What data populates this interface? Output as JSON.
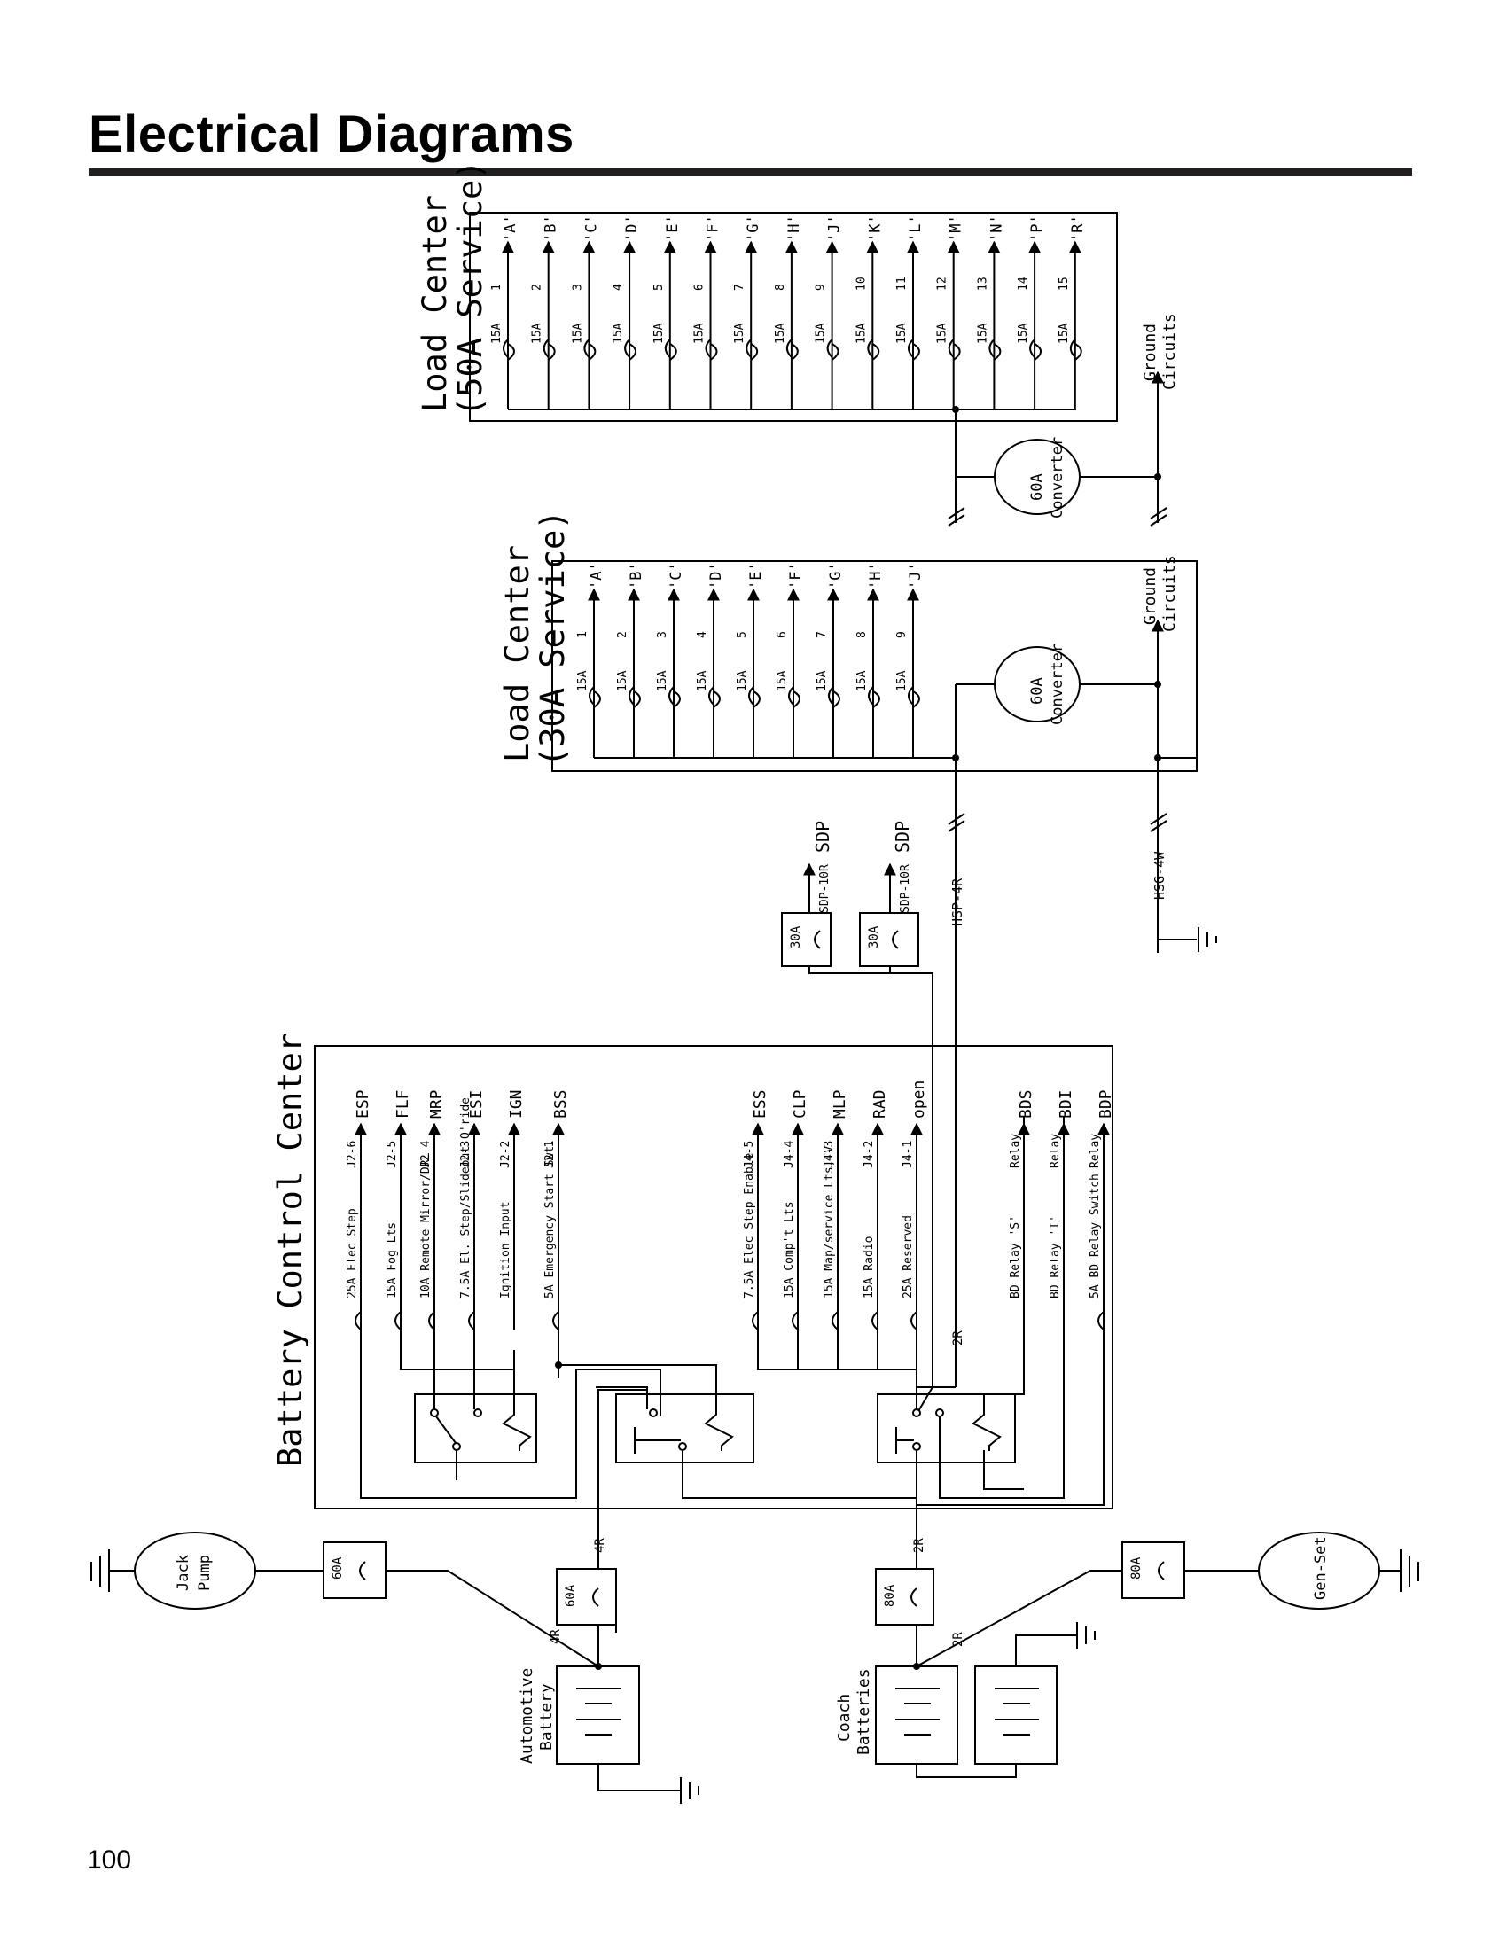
{
  "header": {
    "title": "Electrical Diagrams"
  },
  "footer": {
    "page_number": "100"
  },
  "load_center_50a": {
    "title_1": "Load Center",
    "title_2": "(50A Service)",
    "breakers": [
      {
        "num": "1",
        "amp": "15A",
        "out": "'A'"
      },
      {
        "num": "2",
        "amp": "15A",
        "out": "'B'"
      },
      {
        "num": "3",
        "amp": "15A",
        "out": "'C'"
      },
      {
        "num": "4",
        "amp": "15A",
        "out": "'D'"
      },
      {
        "num": "5",
        "amp": "15A",
        "out": "'E'"
      },
      {
        "num": "6",
        "amp": "15A",
        "out": "'F'"
      },
      {
        "num": "7",
        "amp": "15A",
        "out": "'G'"
      },
      {
        "num": "8",
        "amp": "15A",
        "out": "'H'"
      },
      {
        "num": "9",
        "amp": "15A",
        "out": "'J'"
      },
      {
        "num": "10",
        "amp": "15A",
        "out": "'K'"
      },
      {
        "num": "11",
        "amp": "15A",
        "out": "'L'"
      },
      {
        "num": "12",
        "amp": "15A",
        "out": "'M'"
      },
      {
        "num": "13",
        "amp": "15A",
        "out": "'N'"
      },
      {
        "num": "14",
        "amp": "15A",
        "out": "'P'"
      },
      {
        "num": "15",
        "amp": "15A",
        "out": "'R'"
      }
    ],
    "converter_1": "60A",
    "converter_2": "Converter",
    "ground_1": "Ground",
    "ground_2": "Circuits"
  },
  "load_center_30a": {
    "title_1": "Load Center",
    "title_2": "(30A Service)",
    "breakers": [
      {
        "num": "1",
        "amp": "15A",
        "out": "'A'"
      },
      {
        "num": "2",
        "amp": "15A",
        "out": "'B'"
      },
      {
        "num": "3",
        "amp": "15A",
        "out": "'C'"
      },
      {
        "num": "4",
        "amp": "15A",
        "out": "'D'"
      },
      {
        "num": "5",
        "amp": "15A",
        "out": "'E'"
      },
      {
        "num": "6",
        "amp": "15A",
        "out": "'F'"
      },
      {
        "num": "7",
        "amp": "15A",
        "out": "'G'"
      },
      {
        "num": "8",
        "amp": "15A",
        "out": "'H'"
      },
      {
        "num": "9",
        "amp": "15A",
        "out": "'J'"
      }
    ],
    "converter_1": "60A",
    "converter_2": "Converter",
    "ground_1": "Ground",
    "ground_2": "Circuits"
  },
  "wires": {
    "hsp": "HSP-4R",
    "hsg": "HSG-4W",
    "sdp_wire": "SDP-10R",
    "sdp_out": "SDP",
    "fuse_30a": "30A",
    "bcc_2r": "2R",
    "w4r": "4R",
    "w2r": "2R"
  },
  "battery_control_center": {
    "title": "Battery Control Center",
    "circuits": [
      {
        "fuse": "25A Elec Step",
        "pin": "J2-6",
        "out": "ESP"
      },
      {
        "fuse": "15A Fog Lts",
        "pin": "J2-5",
        "out": "FLF"
      },
      {
        "fuse": "10A Remote Mirror/DRL",
        "pin": "J2-4",
        "out": "MRP"
      },
      {
        "fuse": "7.5A El. Step/Slideout O'ride",
        "pin": "J2-3",
        "out": "ESI"
      },
      {
        "fuse": "Ignition Input",
        "pin": "J2-2",
        "out": "IGN"
      },
      {
        "fuse": "5A Emergency Start Swt.",
        "pin": "J2-1",
        "out": "BSS"
      },
      {
        "fuse": "7.5A Elec Step Enable",
        "pin": "J4-5",
        "out": "ESS"
      },
      {
        "fuse": "15A Comp't Lts",
        "pin": "J4-4",
        "out": "CLP"
      },
      {
        "fuse": "15A Map/service Lts,TV",
        "pin": "J4-3",
        "out": "MLP"
      },
      {
        "fuse": "15A Radio",
        "pin": "J4-2",
        "out": "RAD"
      },
      {
        "fuse": "25A Reserved",
        "pin": "J4-1",
        "out": "open"
      },
      {
        "fuse": "BD Relay 'S'",
        "pin": "Relay",
        "out": "BDS"
      },
      {
        "fuse": "BD Relay 'I'",
        "pin": "Relay",
        "out": "BDI"
      },
      {
        "fuse": "5A BD Relay Switch",
        "pin": "Relay",
        "out": "BDP"
      }
    ]
  },
  "batteries": {
    "jack_1": "Jack",
    "jack_2": "Pump",
    "genset": "Gen-Set",
    "fuse_jack": "60A",
    "fuse_auto": "60A",
    "fuse_coach": "80A",
    "fuse_gen": "80A",
    "auto_1": "Automotive",
    "auto_2": "Battery",
    "coach_1": "Coach",
    "coach_2": "Batteries"
  }
}
